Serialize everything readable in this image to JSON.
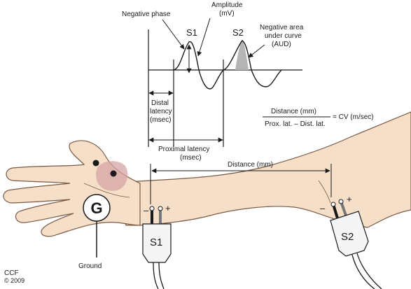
{
  "labels": {
    "negative_phase": "Negative phase",
    "amplitude": "Amplitude",
    "amplitude_unit": "(mV)",
    "s1_peak": "S1",
    "s2_peak": "S2",
    "aud_line1": "Negative area",
    "aud_line2": "under curve",
    "aud_line3": "(AUD)",
    "distal_line1": "Distal",
    "distal_line2": "latency",
    "distal_line3": "(msec)",
    "formula_numerator": "Distance (mm)",
    "formula_denominator": "Prox. lat. – Dist. lat.",
    "formula_result": "= CV (m/sec)",
    "proximal_line1": "Proximal latency",
    "proximal_line2": "(msec)",
    "distance": "Distance (mm)",
    "ground_symbol": "G",
    "ground": "Ground",
    "probe1": "S1",
    "probe2": "S2",
    "minus": "–",
    "plus": "+",
    "credit": "CCF",
    "copyright": "© 2009"
  },
  "colors": {
    "skin": "#f6dfc8",
    "skin_outline": "#7a5a44",
    "palm_stim": "#d6a4a6",
    "aud_fill": "#b5b5b5",
    "probe_body": "#f5f5f5",
    "line": "#1a1a1a"
  }
}
